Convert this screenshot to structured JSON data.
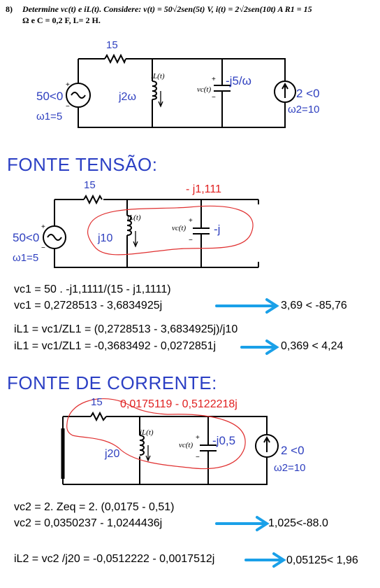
{
  "problem": {
    "number": "8)",
    "line1": "Determine vc(t) e iL(t). Considere: v(t) = 50√2sen(5t) V, i(t) = 2√2sen(10t) A R1 = 15",
    "line2": "Ω e C = 0,2 F, L= 2 H."
  },
  "circuit1": {
    "r_label": "15",
    "src_label": "50<0",
    "w1": "ω1=5",
    "il": "iL(t)",
    "ind": "j2ω",
    "vc": "vc(t)",
    "cap": "-j5/ω",
    "isrc": "2 <0",
    "w2": "ω2=10"
  },
  "section1": {
    "title": "FONTE TENSÃO:",
    "r_label": "15",
    "zeq": "- j1,111",
    "src_label": "50<0",
    "w1": "ω1=5",
    "il": "iL(t)",
    "ind": "j10",
    "vc": "vc(t)",
    "cap": "-j",
    "line1": "vc1 = 50 . -j1,1111/(15 - j1,1111)",
    "line2": "vc1 = 0,2728513 - 3,6834925j",
    "res1": "3,69 < -85,76",
    "line3": "iL1 = vc1/ZL1 = (0,2728513 - 3,6834925j)/j10",
    "line4": "iL1 = vc1/ZL1 = -0,3683492 - 0,0272851j",
    "res2": "0,369 < 4,24"
  },
  "section2": {
    "title": "FONTE DE CORRENTE:",
    "r_label": "15",
    "zeq": "0,0175119 - 0,5122218j",
    "il": "iL(t)",
    "ind": "j20",
    "vc": "vc(t)",
    "cap": "-j0,5",
    "isrc": "2 <0",
    "w2": "ω2=10",
    "line1": "vc2 = 2. Zeq = 2. (0,0175 - 0,51)",
    "line2": "vc2 = 0,0350237 - 1,0244436j",
    "res1": "1,025<-88.0",
    "line3": "iL2 = vc2 /j20 = -0,0512222 - 0,0017512j",
    "res2": "0,05125< 1,96"
  }
}
